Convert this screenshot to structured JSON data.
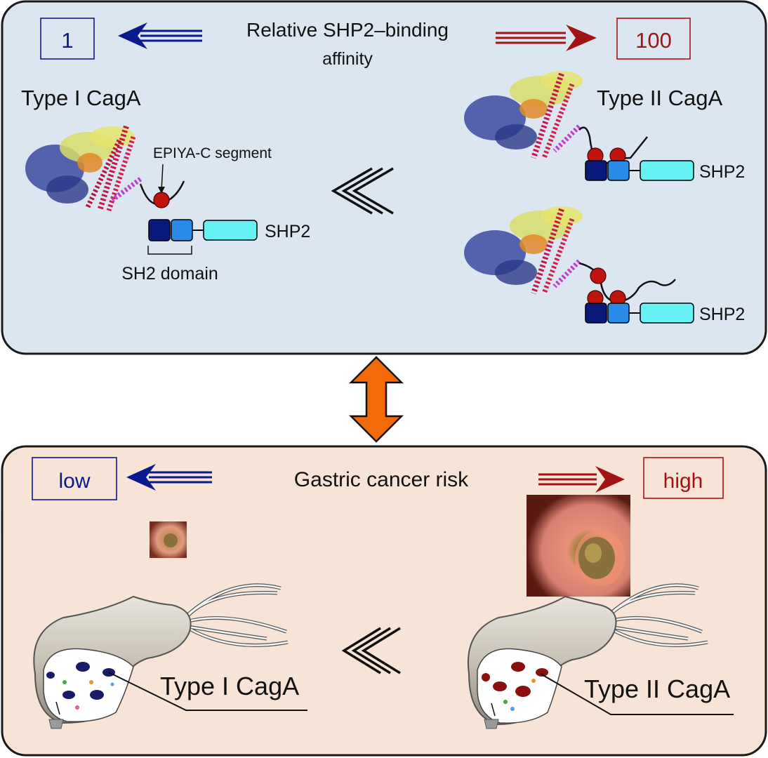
{
  "top_panel": {
    "affinity_title_line1": "Relative SHP2–binding",
    "affinity_title_line2": "affinity",
    "low_value": "1",
    "high_value": "100",
    "type1_title": "Type I CagA",
    "type2_title": "Type II CagA",
    "epiya_label": "EPIYA-C segment",
    "sh2_label": "SH2 domain",
    "shp2_label": "SHP2"
  },
  "bottom_panel": {
    "risk_title": "Gastric cancer risk",
    "low_label": "low",
    "high_label": "high",
    "type1_label": "Type I CagA",
    "type2_label": "Type II CagA"
  },
  "colors": {
    "blue_arrow": "#0a1a8c",
    "red_arrow": "#a01414",
    "top_panel_bg": "#dce6f0",
    "bottom_panel_bg": "#f8e4d6",
    "orange_arrow": "#f26a0a",
    "epiya_dot": "#c0140e",
    "sh2_dark": "#0a1a7a",
    "sh2_light": "#2a8ae8",
    "shp2_cyan": "#66f2f2"
  }
}
